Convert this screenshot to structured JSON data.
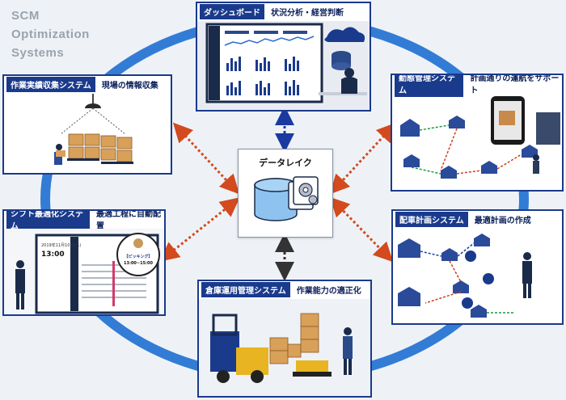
{
  "title_lines": [
    "SCM",
    "Optimization",
    "Systems"
  ],
  "center": {
    "label": "データレイク"
  },
  "cards": {
    "dashboard": {
      "tag": "ダッシュボード",
      "sub": "状況分析・経営判断"
    },
    "work_collection": {
      "tag": "作業実績収集システム",
      "sub": "現場の情報収集"
    },
    "labor_mgmt": {
      "tag": "勤態管理システム",
      "sub": "計画通りの運航をサポート"
    },
    "shift": {
      "tag": "シフト最適化システム",
      "sub": "最適工程に自動配置",
      "date": "2019年11月10日(水)",
      "time": "13:00",
      "bubble_label": "【ピッキング】",
      "bubble_time": "13:00~15:00"
    },
    "dispatch": {
      "tag": "配車計画システム",
      "sub": "最適計画の作成"
    },
    "warehouse": {
      "tag": "倉庫運用管理システム",
      "sub": "作業能力の適正化"
    }
  },
  "colors": {
    "accent": "#1a3a8c",
    "ring": "#1e6fd0",
    "arrow_orange": "#d24a1e",
    "arrow_blue": "#1a3aa0",
    "arrow_dark": "#333333",
    "db": "#8ec3f0"
  }
}
